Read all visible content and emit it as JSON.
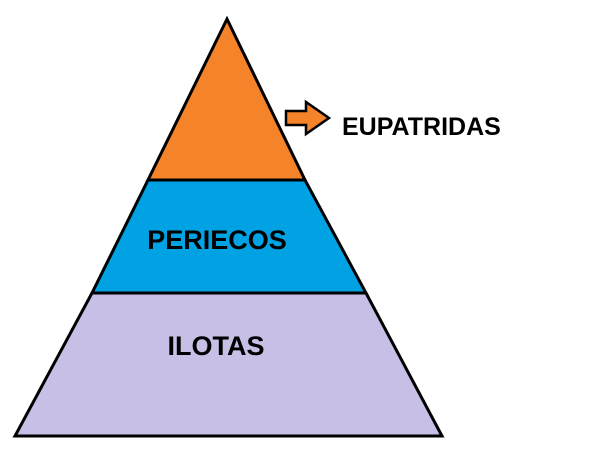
{
  "diagram": {
    "type": "pyramid",
    "tiers": [
      {
        "label": "",
        "color": "#F5832A"
      },
      {
        "label": "PERIECOS",
        "color": "#00A2E3"
      },
      {
        "label": "ILOTAS",
        "color": "#C8BFE6"
      }
    ],
    "callout": {
      "label": "EUPATRIDAS",
      "arrow_color": "#F5832A",
      "points_to": "top tier"
    },
    "outline_color": "#000000"
  }
}
